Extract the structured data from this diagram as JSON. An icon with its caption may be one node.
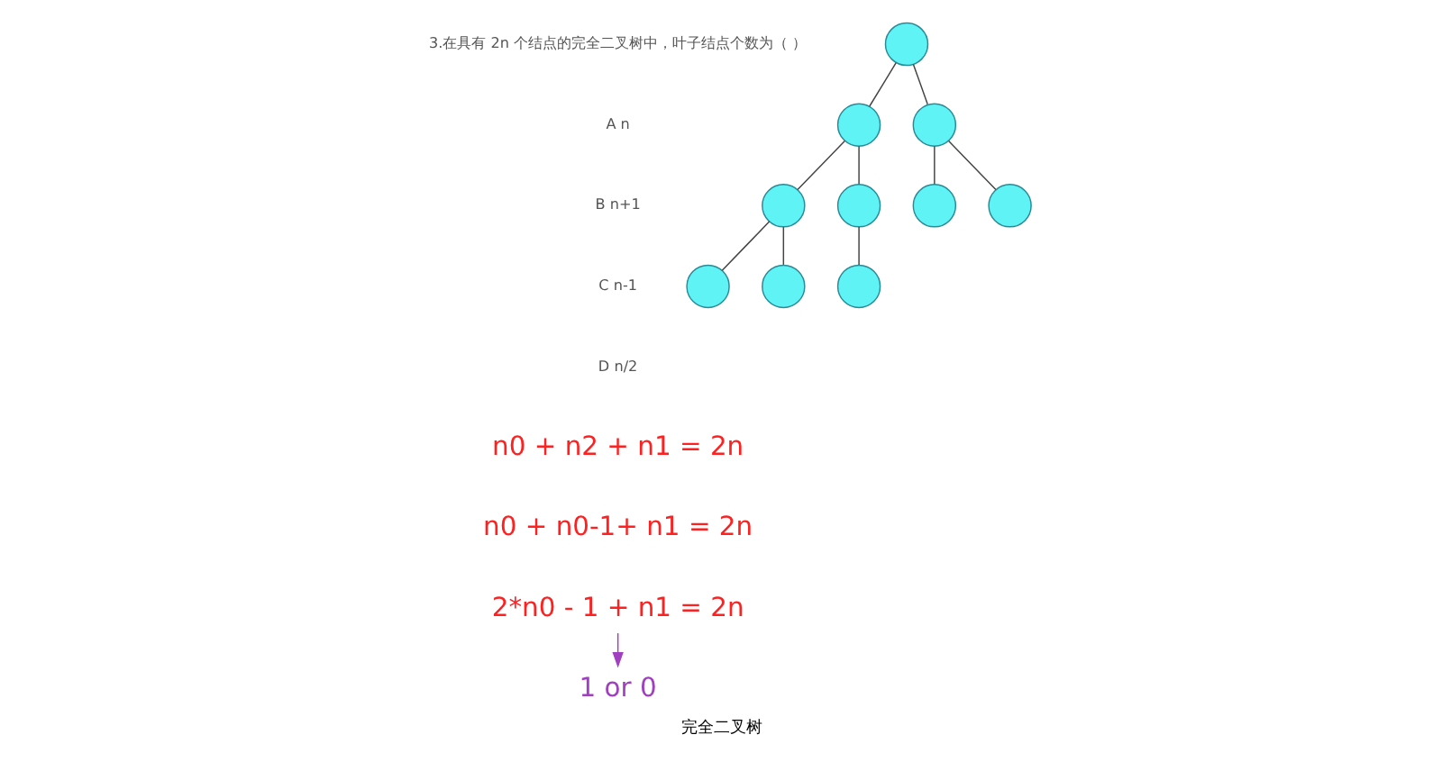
{
  "diagram": {
    "caption": "完全二叉树",
    "nodes": [
      {
        "text": [],
        "shape": "circle"
      },
      {
        "text": [],
        "shape": "circle"
      },
      {
        "text": [],
        "shape": "circle"
      },
      {
        "text": [],
        "shape": "circle"
      },
      {
        "text": [],
        "shape": "circle"
      },
      {
        "text": [],
        "shape": "circle"
      },
      {
        "text": [],
        "shape": "circle"
      },
      {
        "text": [],
        "shape": "circle"
      },
      {
        "text": [],
        "shape": "circle"
      },
      {
        "text": [],
        "shape": "circle"
      },
      {
        "text": [
          "2*n0 - 1 + n1 = 2n"
        ]
      },
      {
        "text": [
          "1 or 0"
        ]
      }
    ],
    "edges": [
      {
        "from": 0,
        "to": 1,
        "arrow": "none"
      },
      {
        "from": 0,
        "to": 2,
        "arrow": "none"
      },
      {
        "from": 1,
        "to": 3,
        "arrow": "none"
      },
      {
        "from": 1,
        "to": 4,
        "arrow": "none"
      },
      {
        "from": 2,
        "to": 5,
        "arrow": "none"
      },
      {
        "from": 2,
        "to": 6,
        "arrow": "none"
      },
      {
        "from": 3,
        "to": 7,
        "arrow": "none"
      },
      {
        "from": 3,
        "to": 8,
        "arrow": "none"
      },
      {
        "from": 4,
        "to": 9,
        "arrow": "none"
      },
      {
        "from": 10,
        "to": 11,
        "arrow": "to",
        "color": "#a040c0"
      }
    ],
    "labels": [
      "3.在具有 2n 个结点的完全二叉树中，叶子结点个数为（ ）",
      "A n",
      "B n+1",
      "C n-1",
      "D n/2",
      "n0 + n2 + n1 = 2n",
      "n0 + n0-1+ n1 = 2n"
    ]
  }
}
